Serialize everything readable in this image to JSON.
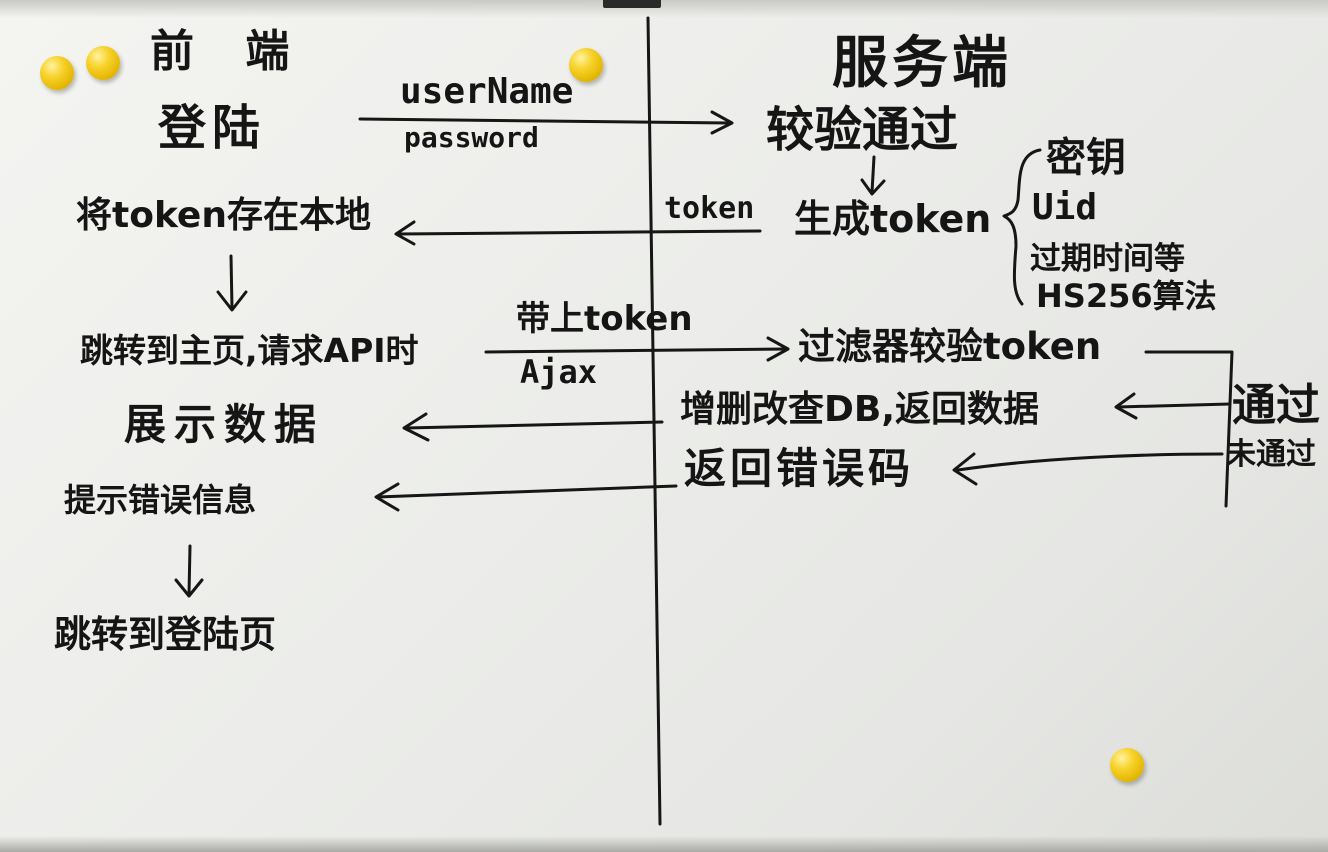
{
  "frontend": {
    "heading": "前 端",
    "login": "登陆",
    "store_token": "将token存在本地",
    "goto_home": "跳转到主页,请求API时",
    "show_data": "展示数据",
    "show_error": "提示错误信息",
    "goto_login": "跳转到登陆页"
  },
  "backend": {
    "heading": "服务端",
    "verify_pass": "较验通过",
    "generate_token": "生成token",
    "token_parts": [
      "密钥",
      "Uid",
      "过期时间等",
      "HS256算法"
    ],
    "filter_verify": "过滤器较验token",
    "crud_return": "增删改查DB,返回数据",
    "return_error": "返回错误码",
    "branch_pass": "通过",
    "branch_fail": "未通过"
  },
  "arrows": {
    "login_top": "userName",
    "login_bottom": "password",
    "token_return": "token",
    "request_top": "带上token",
    "request_bottom": "Ajax"
  }
}
